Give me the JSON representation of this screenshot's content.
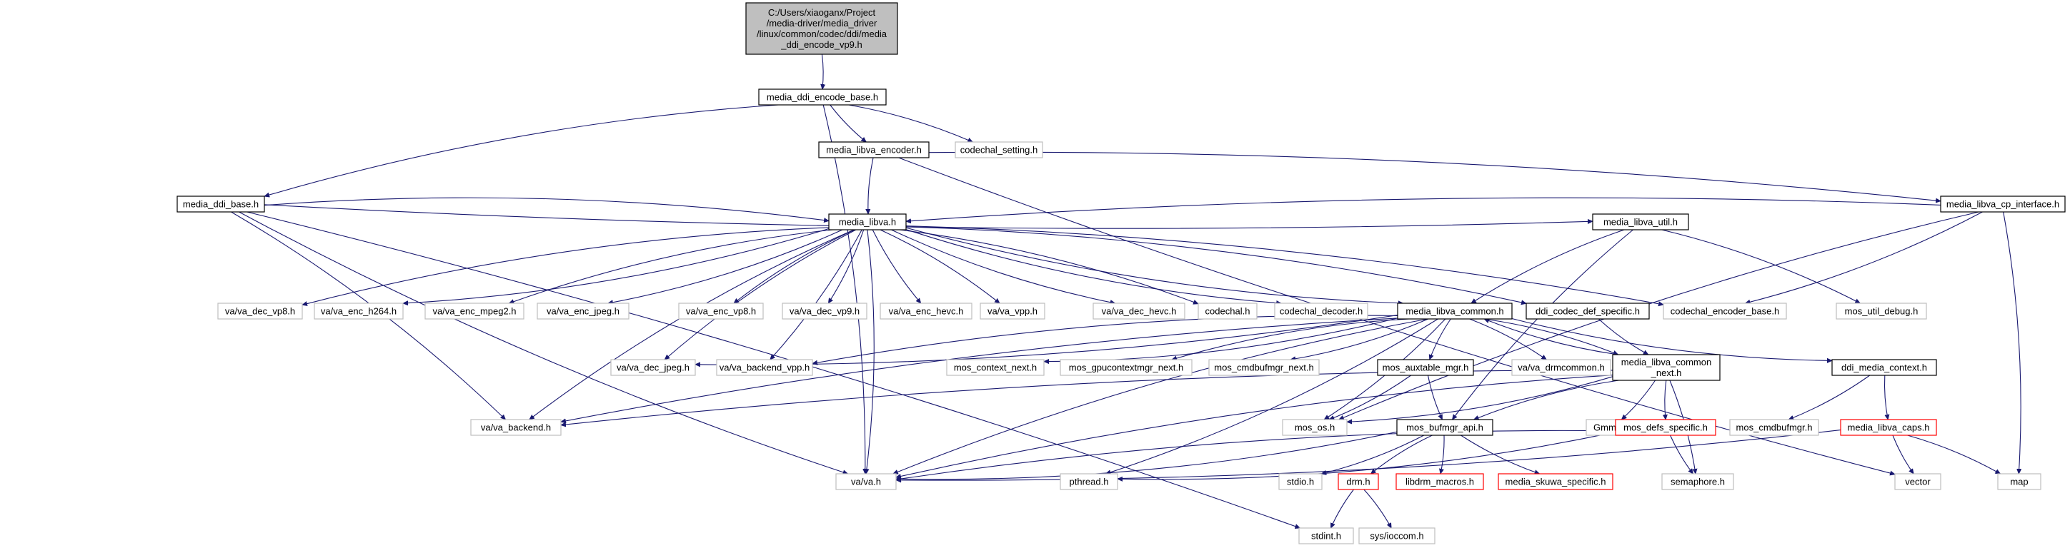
{
  "colors": {
    "edge": "#191970",
    "border_black": "#000000",
    "border_red": "#ff0000",
    "border_grey": "#bfbfbf",
    "root_fill": "#bfbfbf",
    "fill": "#ffffff"
  },
  "nodes": [
    {
      "id": "root",
      "lines": [
        "C:/Users/xiaoganx/Project",
        "/media-driver/media_driver",
        "/linux/common/codec/ddi/media",
        "_ddi_encode_vp9.h"
      ],
      "style": "root"
    },
    {
      "id": "ddi_encode_base",
      "lines": [
        "media_ddi_encode_base.h"
      ],
      "style": "black"
    },
    {
      "id": "libva_encoder",
      "lines": [
        "media_libva_encoder.h"
      ],
      "style": "black"
    },
    {
      "id": "codechal_setting",
      "lines": [
        "codechal_setting.h"
      ],
      "style": "grey"
    },
    {
      "id": "ddi_base",
      "lines": [
        "media_ddi_base.h"
      ],
      "style": "black"
    },
    {
      "id": "cp_interface",
      "lines": [
        "media_libva_cp_interface.h"
      ],
      "style": "black"
    },
    {
      "id": "libva",
      "lines": [
        "media_libva.h"
      ],
      "style": "black"
    },
    {
      "id": "libva_util",
      "lines": [
        "media_libva_util.h"
      ],
      "style": "black"
    },
    {
      "id": "dec_vp8",
      "lines": [
        "va/va_dec_vp8.h"
      ],
      "style": "grey"
    },
    {
      "id": "enc_h264",
      "lines": [
        "va/va_enc_h264.h"
      ],
      "style": "grey"
    },
    {
      "id": "enc_mpeg2",
      "lines": [
        "va/va_enc_mpeg2.h"
      ],
      "style": "grey"
    },
    {
      "id": "enc_jpeg",
      "lines": [
        "va/va_enc_jpeg.h"
      ],
      "style": "grey"
    },
    {
      "id": "enc_vp8",
      "lines": [
        "va/va_enc_vp8.h"
      ],
      "style": "grey"
    },
    {
      "id": "dec_vp9",
      "lines": [
        "va/va_dec_vp9.h"
      ],
      "style": "grey"
    },
    {
      "id": "enc_hevc",
      "lines": [
        "va/va_enc_hevc.h"
      ],
      "style": "grey"
    },
    {
      "id": "va_vpp",
      "lines": [
        "va/va_vpp.h"
      ],
      "style": "grey"
    },
    {
      "id": "dec_hevc",
      "lines": [
        "va/va_dec_hevc.h"
      ],
      "style": "grey"
    },
    {
      "id": "codechal",
      "lines": [
        "codechal.h"
      ],
      "style": "grey"
    },
    {
      "id": "codechal_decoder",
      "lines": [
        "codechal_decoder.h"
      ],
      "style": "grey"
    },
    {
      "id": "libva_common",
      "lines": [
        "media_libva_common.h"
      ],
      "style": "black"
    },
    {
      "id": "ddi_codec_def",
      "lines": [
        "ddi_codec_def_specific.h"
      ],
      "style": "black"
    },
    {
      "id": "codechal_encoder_base",
      "lines": [
        "codechal_encoder_base.h"
      ],
      "style": "grey"
    },
    {
      "id": "mos_util_debug",
      "lines": [
        "mos_util_debug.h"
      ],
      "style": "grey"
    },
    {
      "id": "dec_jpeg",
      "lines": [
        "va/va_dec_jpeg.h"
      ],
      "style": "grey"
    },
    {
      "id": "backend_vpp",
      "lines": [
        "va/va_backend_vpp.h"
      ],
      "style": "grey"
    },
    {
      "id": "mos_context_next",
      "lines": [
        "mos_context_next.h"
      ],
      "style": "grey"
    },
    {
      "id": "mos_gpucontextmgr_next",
      "lines": [
        "mos_gpucontextmgr_next.h"
      ],
      "style": "grey"
    },
    {
      "id": "mos_cmdbufmgr_next",
      "lines": [
        "mos_cmdbufmgr_next.h"
      ],
      "style": "grey"
    },
    {
      "id": "mos_auxtable_mgr",
      "lines": [
        "mos_auxtable_mgr.h"
      ],
      "style": "black"
    },
    {
      "id": "va_drmcommon",
      "lines": [
        "va/va_drmcommon.h"
      ],
      "style": "grey"
    },
    {
      "id": "libva_common_next",
      "lines": [
        "media_libva_common",
        "_next.h"
      ],
      "style": "black"
    },
    {
      "id": "ddi_media_context",
      "lines": [
        "ddi_media_context.h"
      ],
      "style": "black"
    },
    {
      "id": "va_backend",
      "lines": [
        "va/va_backend.h"
      ],
      "style": "grey"
    },
    {
      "id": "mos_os",
      "lines": [
        "mos_os.h"
      ],
      "style": "grey"
    },
    {
      "id": "mos_bufmgr_api",
      "lines": [
        "mos_bufmgr_api.h"
      ],
      "style": "black"
    },
    {
      "id": "gmmlib",
      "lines": [
        "GmmLib.h"
      ],
      "style": "grey"
    },
    {
      "id": "mos_defs_specific",
      "lines": [
        "mos_defs_specific.h"
      ],
      "style": "red"
    },
    {
      "id": "mos_cmdbufmgr",
      "lines": [
        "mos_cmdbufmgr.h"
      ],
      "style": "grey"
    },
    {
      "id": "libva_caps",
      "lines": [
        "media_libva_caps.h"
      ],
      "style": "red"
    },
    {
      "id": "va_h",
      "lines": [
        "va/va.h"
      ],
      "style": "grey"
    },
    {
      "id": "pthread",
      "lines": [
        "pthread.h"
      ],
      "style": "grey"
    },
    {
      "id": "stdio",
      "lines": [
        "stdio.h"
      ],
      "style": "grey"
    },
    {
      "id": "drm",
      "lines": [
        "drm.h"
      ],
      "style": "red"
    },
    {
      "id": "libdrm_macros",
      "lines": [
        "libdrm_macros.h"
      ],
      "style": "red"
    },
    {
      "id": "media_skuwa",
      "lines": [
        "media_skuwa_specific.h"
      ],
      "style": "red"
    },
    {
      "id": "semaphore",
      "lines": [
        "semaphore.h"
      ],
      "style": "grey"
    },
    {
      "id": "vector",
      "lines": [
        "vector"
      ],
      "style": "grey"
    },
    {
      "id": "map",
      "lines": [
        "map"
      ],
      "style": "grey"
    },
    {
      "id": "stdint",
      "lines": [
        "stdint.h"
      ],
      "style": "grey"
    },
    {
      "id": "ioccom",
      "lines": [
        "sys/ioccom.h"
      ],
      "style": "grey"
    }
  ],
  "edges": [
    [
      "root",
      "ddi_encode_base"
    ],
    [
      "ddi_encode_base",
      "libva_encoder"
    ],
    [
      "ddi_encode_base",
      "codechal_setting"
    ],
    [
      "ddi_encode_base",
      "ddi_base"
    ],
    [
      "ddi_encode_base",
      "va_h"
    ],
    [
      "libva_encoder",
      "libva"
    ],
    [
      "libva_encoder",
      "cp_interface"
    ],
    [
      "libva_encoder",
      "vector"
    ],
    [
      "ddi_base",
      "libva"
    ],
    [
      "ddi_base",
      "libva_util"
    ],
    [
      "ddi_base",
      "va_backend"
    ],
    [
      "ddi_base",
      "va_h"
    ],
    [
      "ddi_base",
      "stdint"
    ],
    [
      "cp_interface",
      "libva"
    ],
    [
      "cp_interface",
      "codechal_encoder_base"
    ],
    [
      "cp_interface",
      "mos_os"
    ],
    [
      "cp_interface",
      "map"
    ],
    [
      "libva",
      "dec_vp8"
    ],
    [
      "libva",
      "enc_h264"
    ],
    [
      "libva",
      "enc_mpeg2"
    ],
    [
      "libva",
      "enc_jpeg"
    ],
    [
      "libva",
      "enc_vp8"
    ],
    [
      "libva",
      "dec_vp9"
    ],
    [
      "libva",
      "enc_hevc"
    ],
    [
      "libva",
      "va_vpp"
    ],
    [
      "libva",
      "dec_hevc"
    ],
    [
      "libva",
      "codechal"
    ],
    [
      "libva",
      "codechal_decoder"
    ],
    [
      "libva",
      "codechal_encoder_base"
    ],
    [
      "libva",
      "libva_common"
    ],
    [
      "libva",
      "ddi_codec_def"
    ],
    [
      "libva",
      "dec_jpeg"
    ],
    [
      "libva",
      "backend_vpp"
    ],
    [
      "libva",
      "va_backend"
    ],
    [
      "libva",
      "va_h"
    ],
    [
      "libva_util",
      "libva_common"
    ],
    [
      "libva_util",
      "mos_util_debug"
    ],
    [
      "libva_util",
      "mos_bufmgr_api"
    ],
    [
      "libva_common",
      "libva_common_next"
    ],
    [
      "libva_common",
      "ddi_media_context"
    ],
    [
      "libva_common",
      "dec_jpeg"
    ],
    [
      "libva_common",
      "backend_vpp"
    ],
    [
      "libva_common",
      "mos_context_next"
    ],
    [
      "libva_common",
      "mos_gpucontextmgr_next"
    ],
    [
      "libva_common",
      "mos_cmdbufmgr_next"
    ],
    [
      "libva_common",
      "mos_auxtable_mgr"
    ],
    [
      "libva_common",
      "va_drmcommon"
    ],
    [
      "libva_common",
      "va_backend"
    ],
    [
      "libva_common",
      "mos_os"
    ],
    [
      "libva_common",
      "va_h"
    ],
    [
      "libva_common",
      "pthread"
    ],
    [
      "ddi_codec_def",
      "libva_common_next"
    ],
    [
      "libva_common_next",
      "libva_common"
    ],
    [
      "libva_common_next",
      "va_backend"
    ],
    [
      "libva_common_next",
      "mos_os"
    ],
    [
      "libva_common_next",
      "mos_bufmgr_api"
    ],
    [
      "libva_common_next",
      "gmmlib"
    ],
    [
      "libva_common_next",
      "mos_defs_specific"
    ],
    [
      "libva_common_next",
      "semaphore"
    ],
    [
      "libva_common_next",
      "va_h"
    ],
    [
      "ddi_media_context",
      "mos_cmdbufmgr"
    ],
    [
      "ddi_media_context",
      "libva_caps"
    ],
    [
      "mos_auxtable_mgr",
      "mos_os"
    ],
    [
      "mos_auxtable_mgr",
      "mos_bufmgr_api"
    ],
    [
      "mos_bufmgr_api",
      "stdio"
    ],
    [
      "mos_bufmgr_api",
      "drm"
    ],
    [
      "mos_bufmgr_api",
      "libdrm_macros"
    ],
    [
      "mos_bufmgr_api",
      "media_skuwa"
    ],
    [
      "mos_bufmgr_api",
      "va_h"
    ],
    [
      "mos_defs_specific",
      "va_h"
    ],
    [
      "mos_defs_specific",
      "pthread"
    ],
    [
      "mos_defs_specific",
      "semaphore"
    ],
    [
      "libva_caps",
      "va_h"
    ],
    [
      "libva_caps",
      "vector"
    ],
    [
      "libva_caps",
      "map"
    ],
    [
      "drm",
      "stdint"
    ],
    [
      "drm",
      "ioccom"
    ]
  ]
}
